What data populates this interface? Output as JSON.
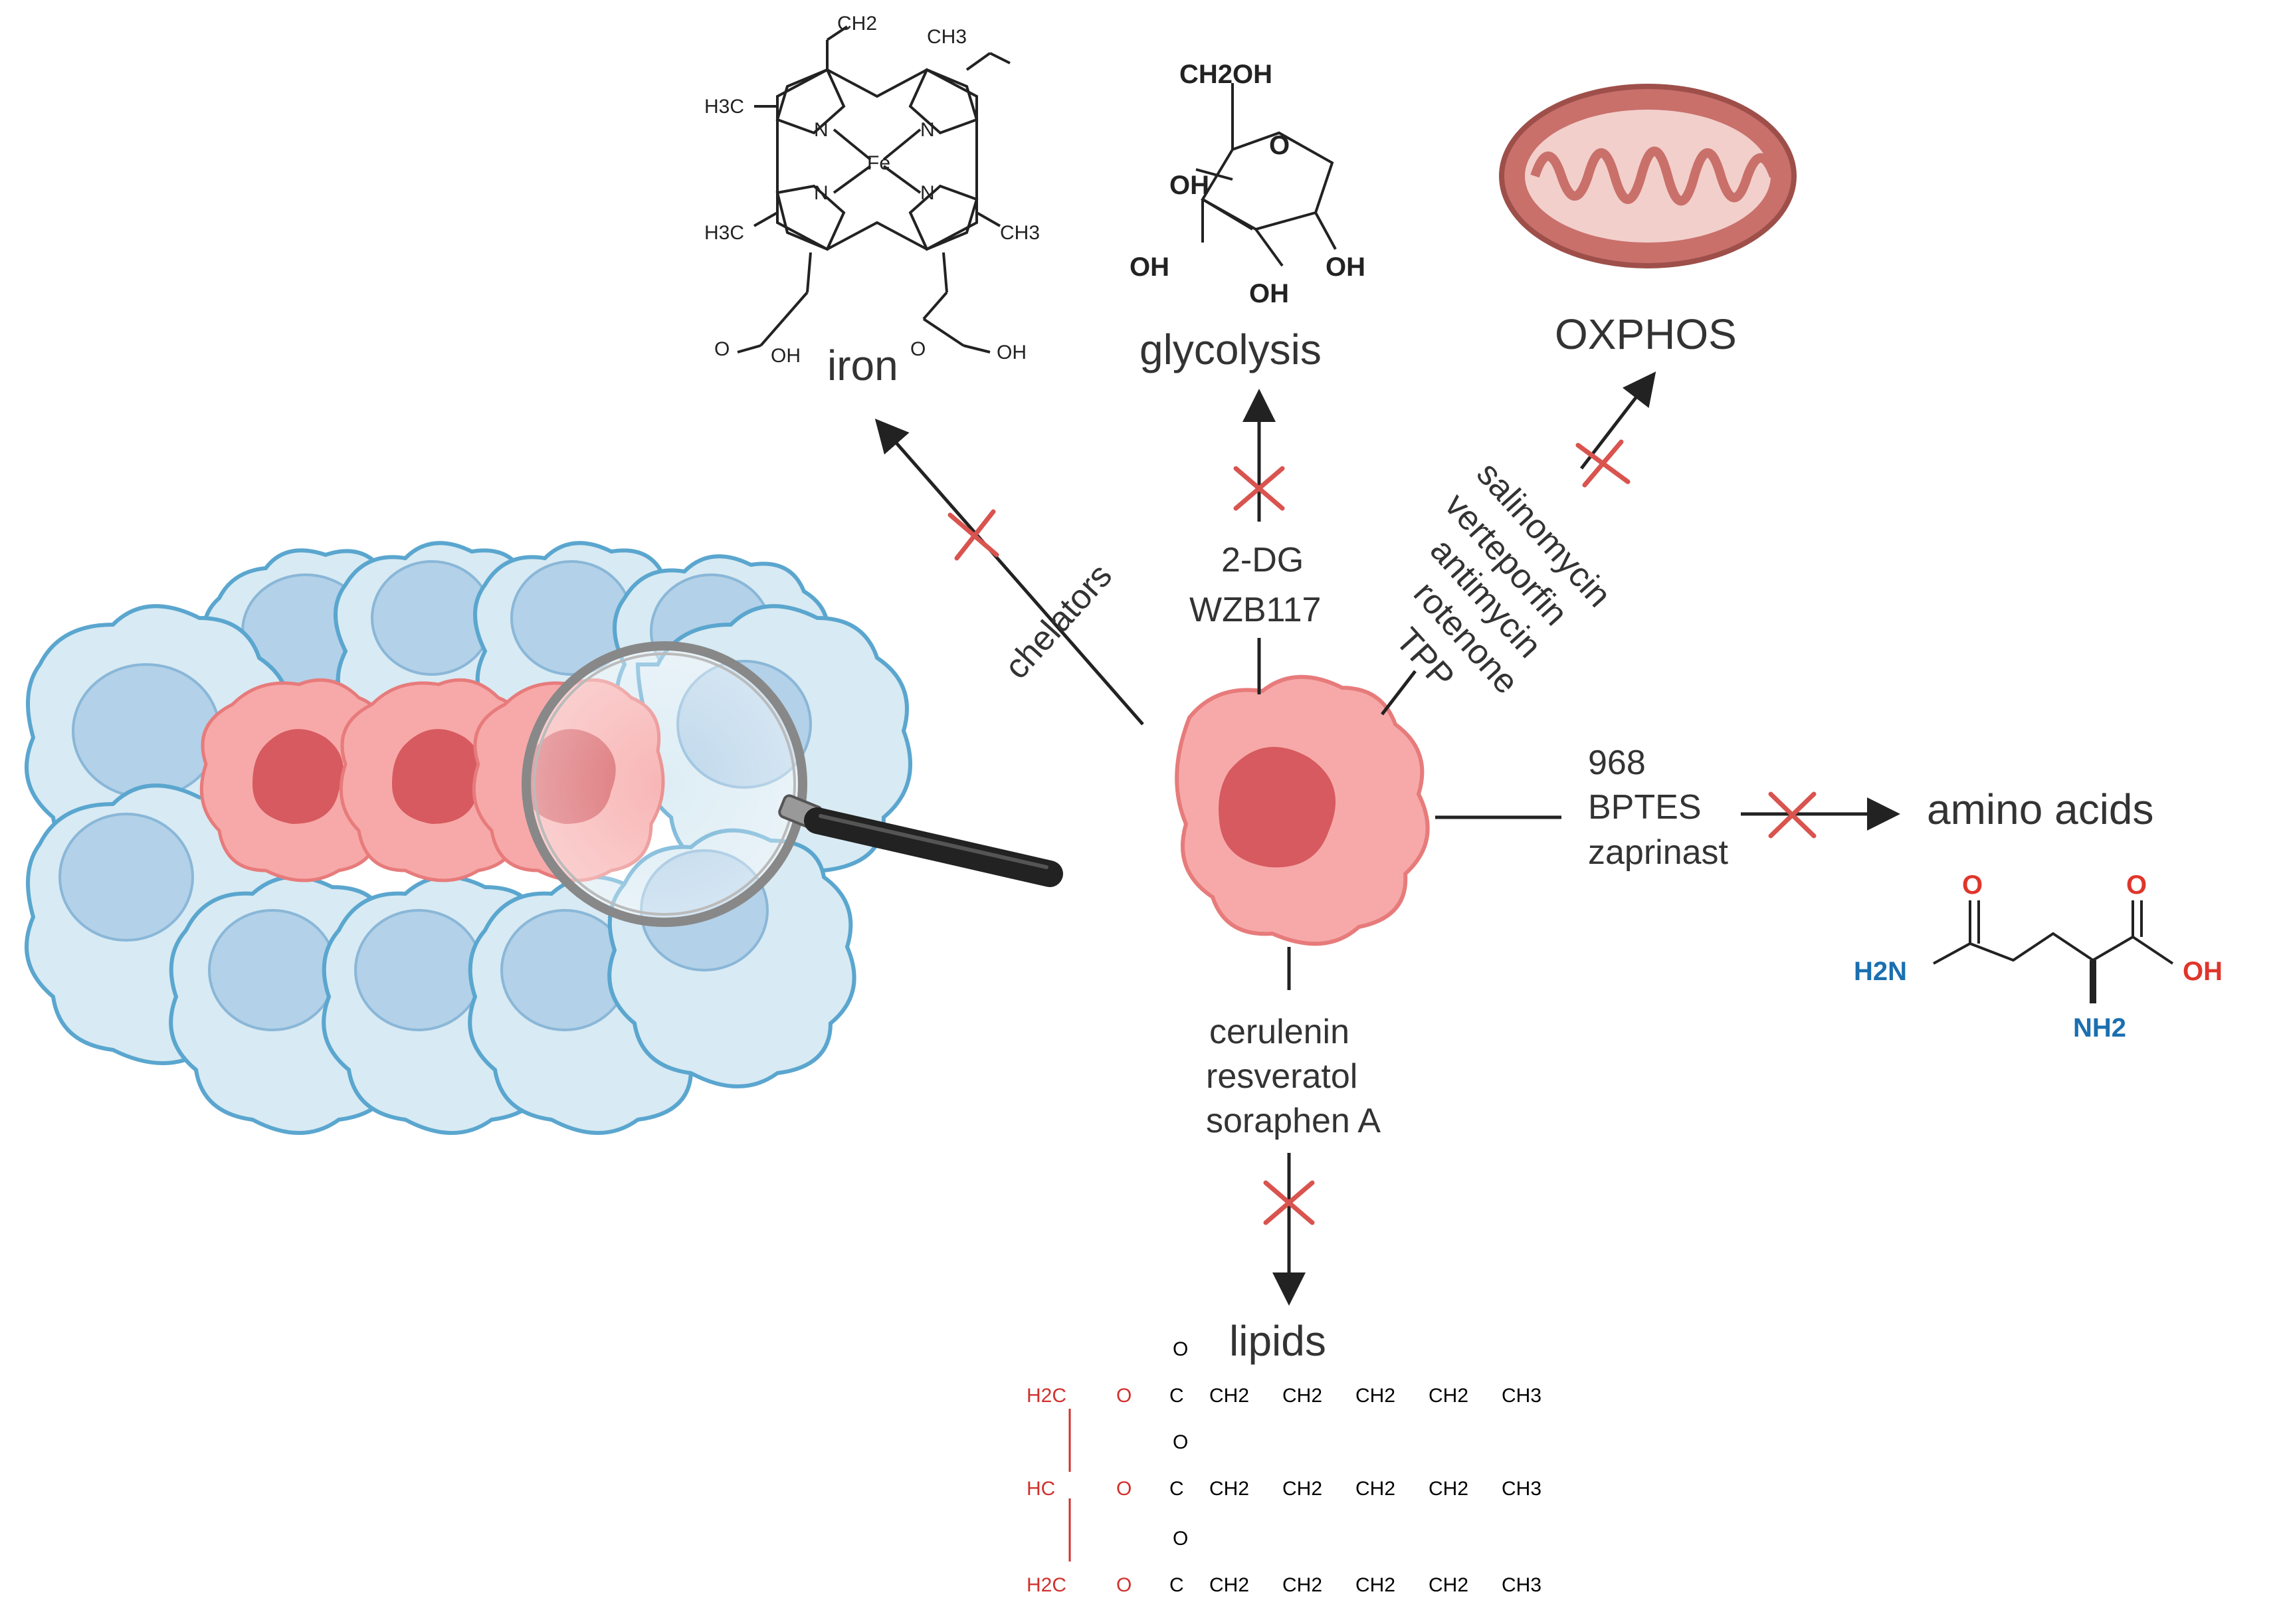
{
  "colors": {
    "healthy_cell_fill": "#d8eaf3",
    "healthy_cell_stroke": "#5aa6cf",
    "healthy_nucleus": "#b3d1e8",
    "cancer_cell_fill": "#f7a9a9",
    "cancer_nucleus": "#d65a5f",
    "inhibition_mark": "#d9534f",
    "mitochondrion": "#c9706b",
    "oxygen_red": "#e0352b",
    "nitrogen_blue": "#1a6fb0",
    "lipid_red": "#d0312d"
  },
  "targets": {
    "iron": "iron",
    "glycolysis": "glycolysis",
    "oxphos": "OXPHOS",
    "amino_acids": "amino acids",
    "lipids": "lipids"
  },
  "inhibitors": {
    "iron": [
      "chelators"
    ],
    "glycolysis": [
      "2-DG",
      "WZB117"
    ],
    "oxphos": [
      "salinomycin",
      "verteporfin",
      "antimycin",
      "rotenone",
      "TPP"
    ],
    "amino_acids": [
      "968",
      "BPTES",
      "zaprinast"
    ],
    "lipids": [
      "cerulenin",
      "resveratol",
      "soraphen A"
    ]
  },
  "structures": {
    "heme": {
      "labels": [
        "CH2",
        "CH3",
        "H3C",
        "H3C",
        "CH3",
        "N",
        "N",
        "N",
        "N",
        "Fe",
        "O",
        "OH",
        "O",
        "OH"
      ]
    },
    "glucose": {
      "labels": [
        "CH2OH",
        "O",
        "OH",
        "OH",
        "OH",
        "OH"
      ]
    },
    "glutamine": {
      "labels": [
        "O",
        "O",
        "H2N",
        "OH",
        "NH2"
      ]
    },
    "triglyceride": {
      "glycerol": [
        "H2C",
        "HC",
        "H2C"
      ],
      "ester_o": "O",
      "carbonyl": "O",
      "chain": [
        "C",
        "CH2",
        "CH2",
        "CH2",
        "CH2",
        "CH3"
      ]
    }
  }
}
